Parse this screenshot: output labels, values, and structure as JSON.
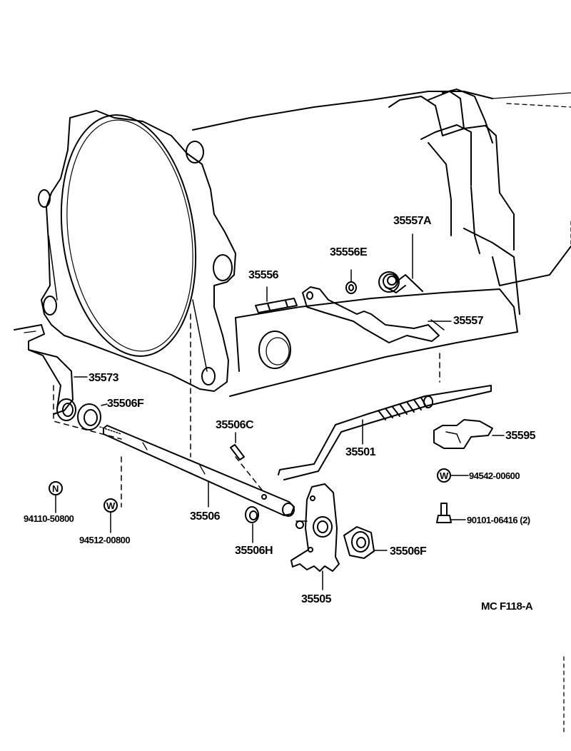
{
  "diagram_code": "MC  F118-A",
  "parts": {
    "p35557A": "35557A",
    "p35556E": "35556E",
    "p35556": "35556",
    "p35557": "35557",
    "p35573": "35573",
    "p35506F_left": "35506F",
    "p35506C": "35506C",
    "p35595": "35595",
    "p35501": "35501",
    "p94542": "94542-00600",
    "p90101": "90101-06416 (2)",
    "p94110": "94110-50800",
    "p94512": "94512-00800",
    "p35506": "35506",
    "p35506H": "35506H",
    "p35506F_right": "35506F",
    "p35505": "35505"
  },
  "symbols": {
    "nut_symbol": "N",
    "washer_symbol": "W",
    "washer2_symbol": "W"
  }
}
